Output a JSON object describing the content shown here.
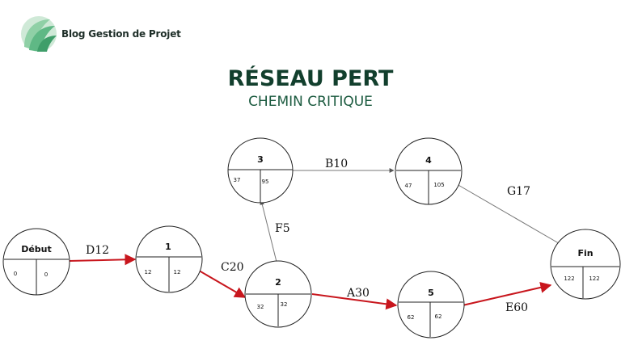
{
  "header": {
    "logo_text": "Blog Gestion de Projet",
    "title": "RÉSEAU PERT",
    "subtitle": "CHEMIN CRITIQUE"
  },
  "colors": {
    "title": "#123f2d",
    "subtitle": "#1b5a3f",
    "logo_green": "#7fc99a",
    "critical": "#c8161d",
    "normal": "#7a7a7a"
  },
  "nodes": [
    {
      "id": "debut",
      "name": "Début",
      "early": "0",
      "late": "0"
    },
    {
      "id": "n1",
      "name": "1",
      "early": "12",
      "late": "12"
    },
    {
      "id": "n2",
      "name": "2",
      "early": "32",
      "late": "32"
    },
    {
      "id": "n3",
      "name": "3",
      "early": "37",
      "late": "95"
    },
    {
      "id": "n4",
      "name": "4",
      "early": "47",
      "late": "105"
    },
    {
      "id": "n5",
      "name": "5",
      "early": "62",
      "late": "62"
    },
    {
      "id": "fin",
      "name": "Fin",
      "early": "122",
      "late": "122"
    }
  ],
  "edges": [
    {
      "id": "d12",
      "label": "D12",
      "critical": true
    },
    {
      "id": "c20",
      "label": "C20",
      "critical": true
    },
    {
      "id": "f5",
      "label": "F5",
      "critical": false
    },
    {
      "id": "b10",
      "label": "B10",
      "critical": false
    },
    {
      "id": "g17",
      "label": "G17",
      "critical": false
    },
    {
      "id": "a30",
      "label": "A30",
      "critical": true
    },
    {
      "id": "e60",
      "label": "E60",
      "critical": true
    }
  ]
}
